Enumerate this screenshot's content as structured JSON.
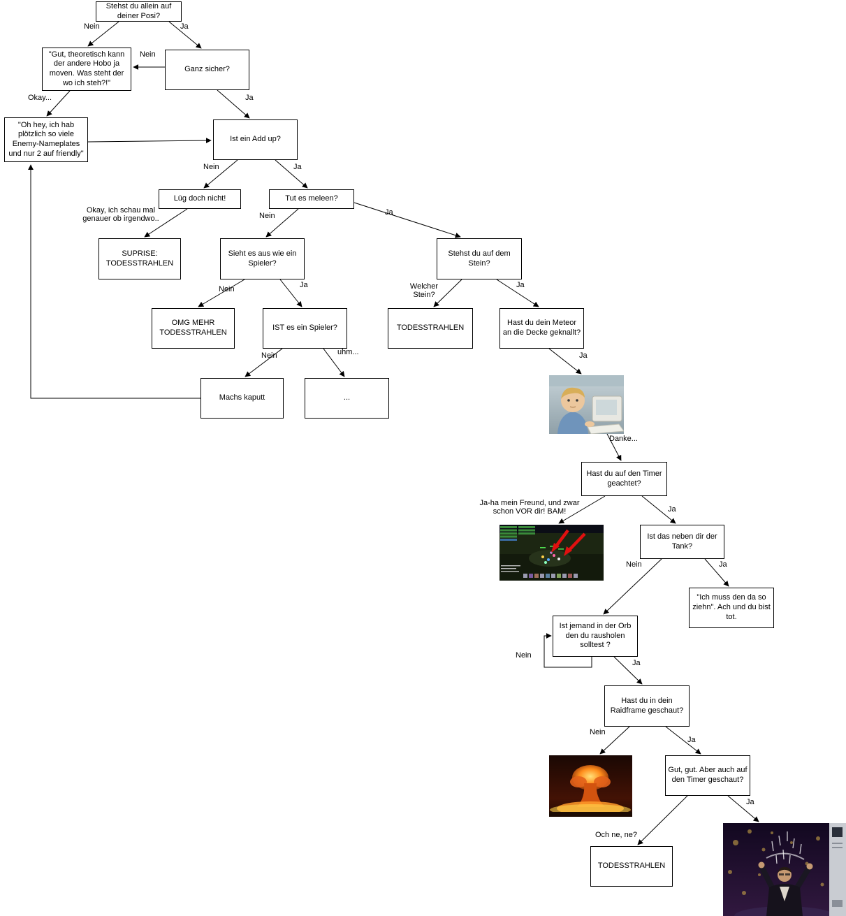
{
  "diagram": {
    "nodes": {
      "n1": {
        "text": "Stehst du allein auf deiner Posi?"
      },
      "n2": {
        "text": "\"Gut, theoretisch kann der andere Hobo ja moven. Was steht der wo ich steh?!\""
      },
      "n3": {
        "text": "Ganz sicher?"
      },
      "n4": {
        "text": "\"Oh hey, ich hab plötzlich so viele Enemy-Nameplates und nur 2 auf friendly\""
      },
      "n5": {
        "text": "Ist ein Add up?"
      },
      "n6": {
        "text": "Lüg doch nicht!"
      },
      "n7": {
        "text": "Tut es meleen?"
      },
      "n8": {
        "text": "SUPRISE: TODESSTRAHLEN"
      },
      "n9": {
        "text": "Sieht es aus wie ein Spieler?"
      },
      "n10": {
        "text": "Stehst du auf dem Stein?"
      },
      "n11": {
        "text": "OMG MEHR TODESSTRAHLEN"
      },
      "n12": {
        "text": "IST es ein Spieler?"
      },
      "n13": {
        "text": "TODESSTRAHLEN"
      },
      "n14": {
        "text": "Hast du dein Meteor an die Decke geknallt?"
      },
      "n15": {
        "text": "Machs kaputt"
      },
      "n16": {
        "text": "..."
      },
      "n17": {
        "text": "Hast du auf den Timer geachtet?"
      },
      "n18": {
        "text": "Ist das neben dir der Tank?"
      },
      "n19": {
        "text": "\"Ich muss den da so ziehn\". Ach und du bist tot."
      },
      "n20": {
        "text": "Ist jemand in der Orb den du rausholen solltest ?"
      },
      "n21": {
        "text": "Hast du in dein Raidframe geschaut?"
      },
      "n22": {
        "text": "Gut, gut. Aber auch auf den Timer geschaut?"
      },
      "n23": {
        "text": "TODESSTRAHLEN"
      }
    },
    "edges": [
      {
        "from": "n1",
        "to": "n2",
        "label": "Nein"
      },
      {
        "from": "n1",
        "to": "n3",
        "label": "Ja"
      },
      {
        "from": "n3",
        "to": "n2",
        "label": "Nein"
      },
      {
        "from": "n2",
        "to": "n4",
        "label": "Okay..."
      },
      {
        "from": "n3",
        "to": "n5",
        "label": "Ja"
      },
      {
        "from": "n4",
        "to": "n5",
        "label": ""
      },
      {
        "from": "n5",
        "to": "n6",
        "label": "Nein"
      },
      {
        "from": "n5",
        "to": "n7",
        "label": "Ja"
      },
      {
        "from": "n6",
        "to": "n8",
        "label": "Okay, ich schau mal genauer ob irgendwo.."
      },
      {
        "from": "n7",
        "to": "n9",
        "label": "Nein"
      },
      {
        "from": "n7",
        "to": "n10",
        "label": "Ja"
      },
      {
        "from": "n9",
        "to": "n11",
        "label": "Nein"
      },
      {
        "from": "n9",
        "to": "n12",
        "label": "Ja"
      },
      {
        "from": "n12",
        "to": "n15",
        "label": "Nein"
      },
      {
        "from": "n12",
        "to": "n16",
        "label": "uhm..."
      },
      {
        "from": "n10",
        "to": "n13",
        "label": "Welcher Stein?"
      },
      {
        "from": "n10",
        "to": "n14",
        "label": "Ja"
      },
      {
        "from": "n14",
        "to": "img1",
        "label": "Ja"
      },
      {
        "from": "img1",
        "to": "n17",
        "label": "Danke..."
      },
      {
        "from": "n17",
        "to": "img2",
        "label": "Ja-ha mein Freund, und zwar schon VOR dir! BAM!"
      },
      {
        "from": "n17",
        "to": "n18",
        "label": "Ja"
      },
      {
        "from": "n18",
        "to": "n20",
        "label": "Nein"
      },
      {
        "from": "n18",
        "to": "n19",
        "label": "Ja"
      },
      {
        "from": "n20",
        "to": "n20",
        "label": "Nein"
      },
      {
        "from": "n20",
        "to": "n21",
        "label": "Ja"
      },
      {
        "from": "n21",
        "to": "img3",
        "label": "Nein"
      },
      {
        "from": "n21",
        "to": "n22",
        "label": "Ja"
      },
      {
        "from": "n22",
        "to": "n23",
        "label": "Och ne, ne?"
      },
      {
        "from": "n22",
        "to": "img4",
        "label": "Ja"
      },
      {
        "from": "n15",
        "to": "n4",
        "label": ""
      }
    ],
    "images": {
      "img1": {
        "name": "kid-computer-meme"
      },
      "img2": {
        "name": "wow-raid-screenshot"
      },
      "img3": {
        "name": "nuclear-explosion"
      },
      "img4": {
        "name": "celebration-guy"
      }
    }
  }
}
